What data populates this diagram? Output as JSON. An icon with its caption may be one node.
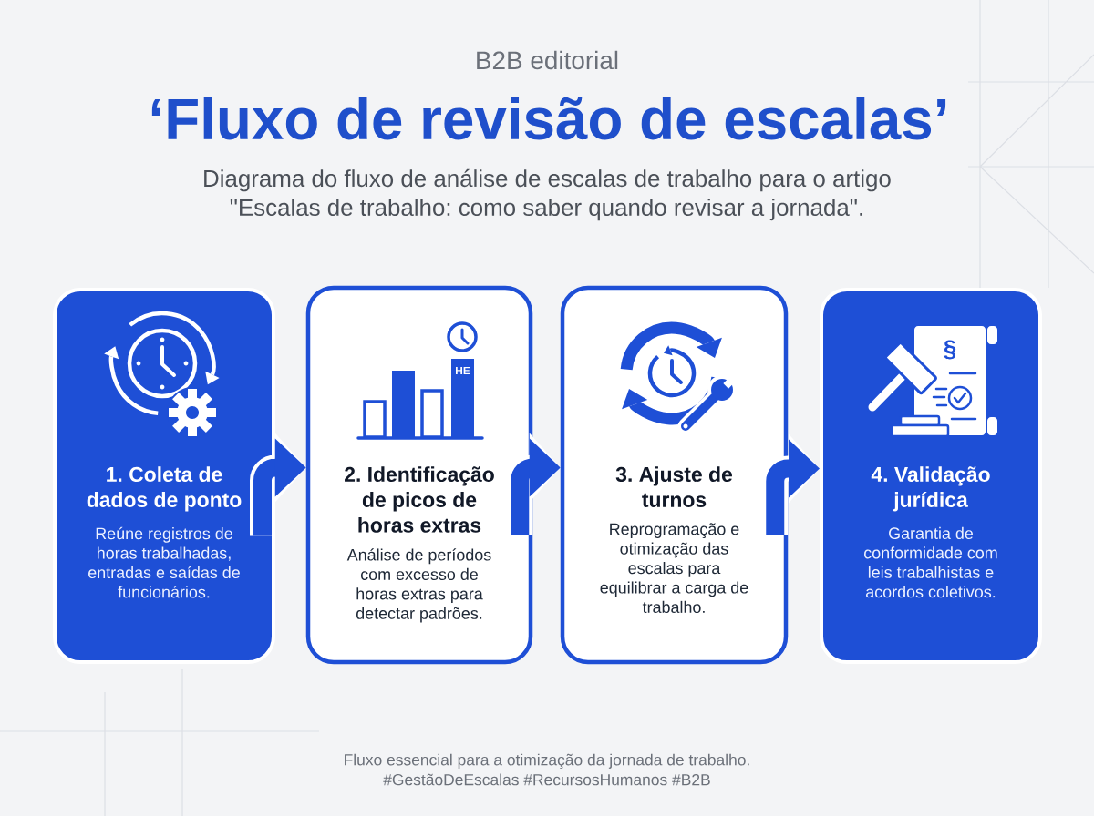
{
  "diagram": {
    "title": "‘Fluxo de revisão de escalas’",
    "caption": "Fluxo essencial para a otimização da jornada de trabalho. #GestãoDeEscalas #RecursosHumanos #B2B",
    "nodes": [
      {
        "text": [
          "1. Coleta de dados de ponto",
          "Reúne registros de horas trabalhadas, entradas e saídas de funcionários."
        ]
      },
      {
        "text": [
          "2. Identificação de picos de horas extras",
          "Análise de períodos com excesso de horas extras para detectar padrões."
        ]
      },
      {
        "text": [
          "3. Ajuste de turnos",
          "Reprogramação e otimização das escalas para equilibrar a carga de trabalho."
        ]
      },
      {
        "text": [
          "4. Validação jurídica",
          "Garantia de conformidade com leis trabalhistas e acordos coletivos."
        ]
      }
    ],
    "edges": [
      {
        "from": 0,
        "to": 1,
        "arrow": "to"
      },
      {
        "from": 1,
        "to": 2,
        "arrow": "to"
      },
      {
        "from": 2,
        "to": 3,
        "arrow": "to"
      }
    ],
    "labels": [
      "B2B editorial",
      "Diagrama do fluxo de análise de escalas de trabalho para o artigo \"Escalas de trabalho: como saber quando revisar a jornada\".",
      "HE",
      "§"
    ]
  }
}
